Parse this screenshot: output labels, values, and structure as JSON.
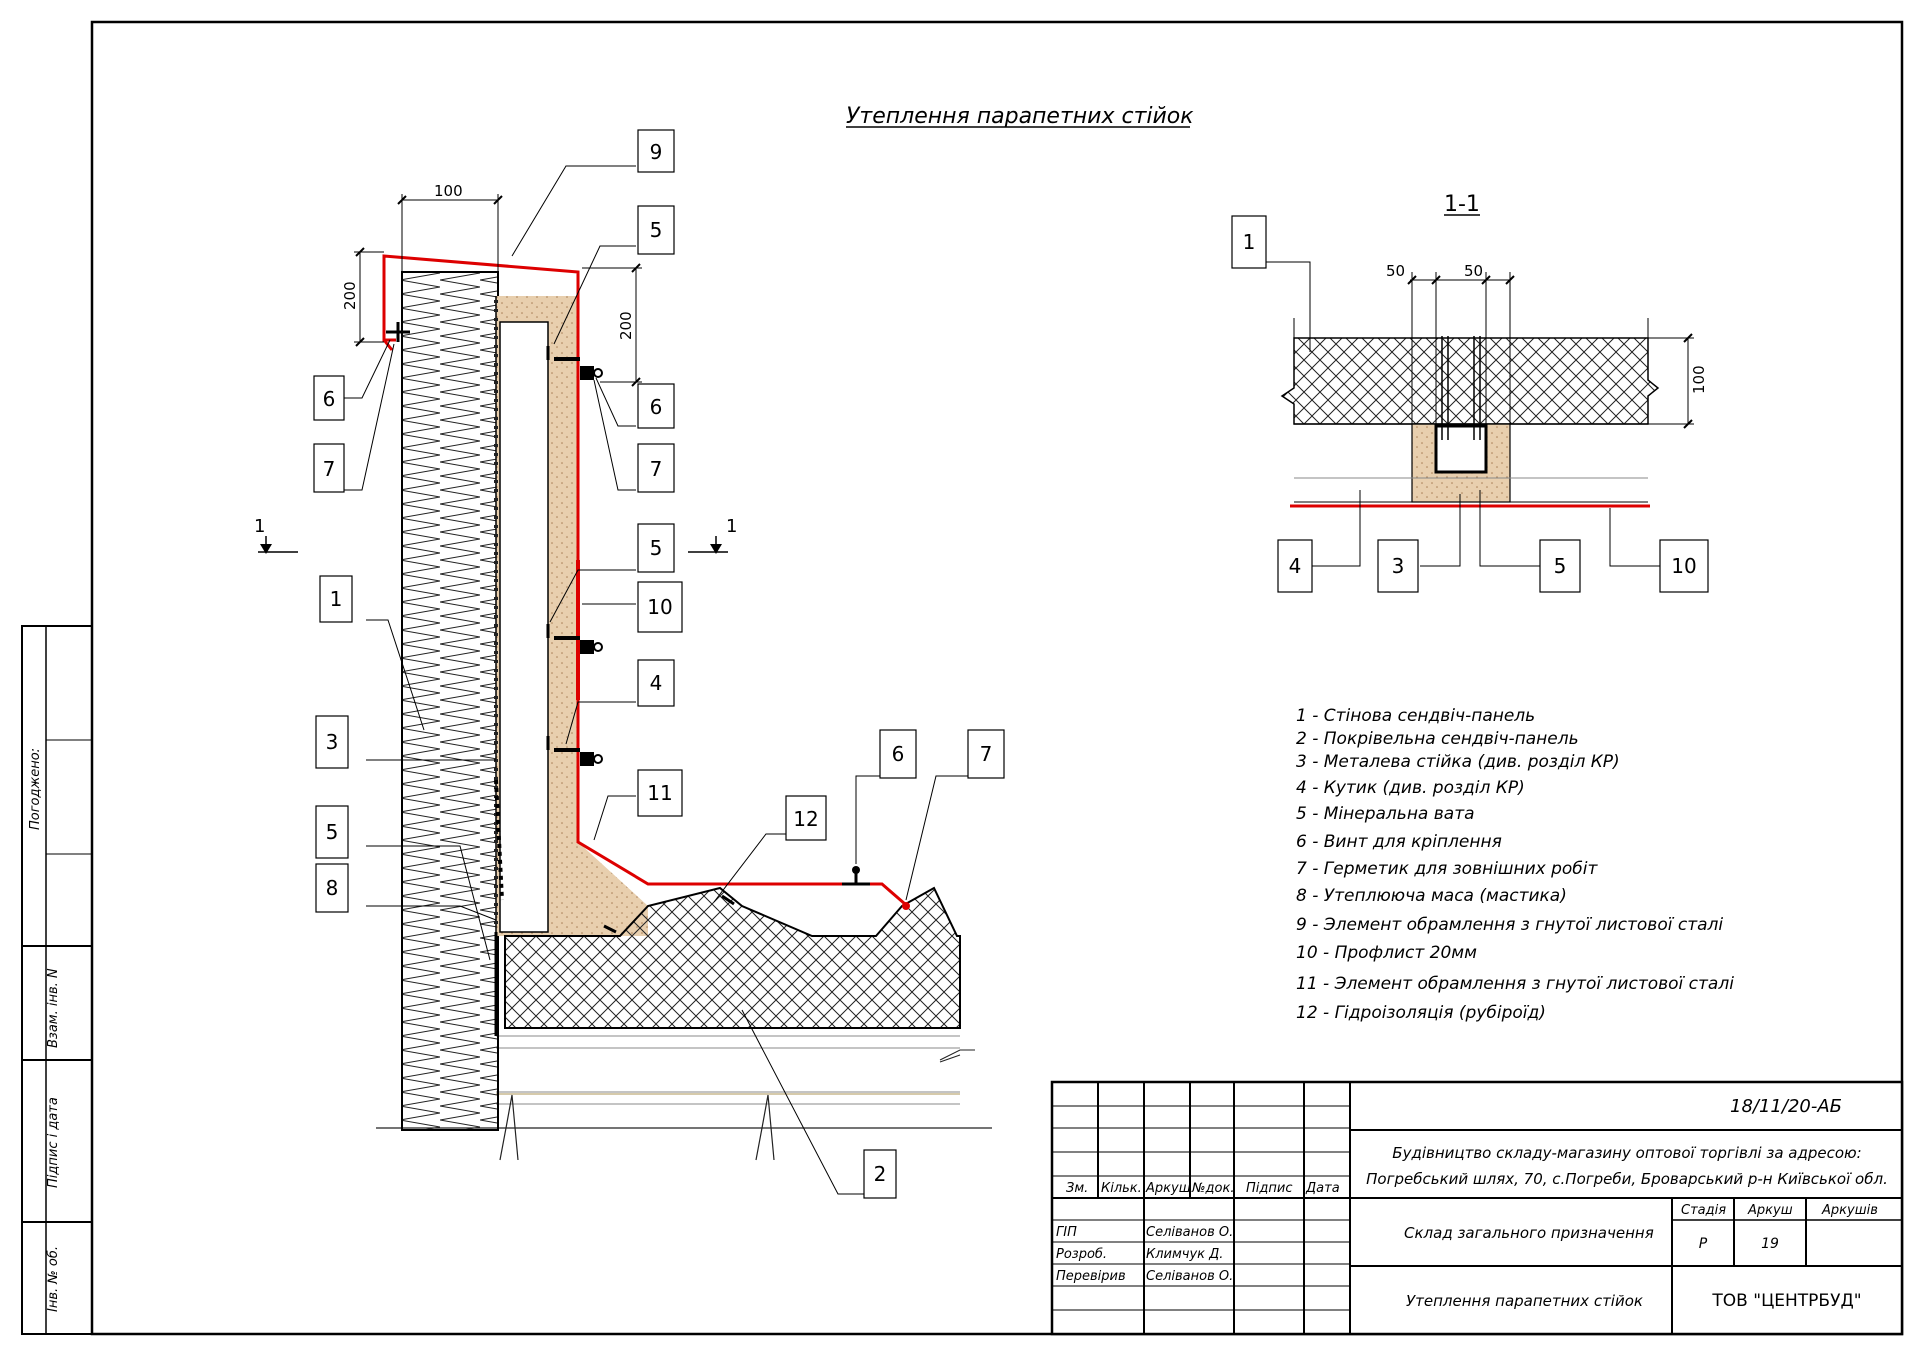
{
  "title": "Утеплення парапетних стійок",
  "section_title": "1-1",
  "section_marker": "1",
  "dims": {
    "d100": "100",
    "d200_left": "200",
    "d200_right": "200",
    "d50_left": "50",
    "d50_right": "50",
    "d100_section": "100"
  },
  "callouts_main": [
    "9",
    "5",
    "6",
    "7",
    "6",
    "7",
    "5",
    "10",
    "1",
    "4",
    "3",
    "11",
    "5",
    "12",
    "6",
    "7",
    "8",
    "2"
  ],
  "callouts_section": [
    "1",
    "4",
    "3",
    "5",
    "10"
  ],
  "legend": [
    "1 - Стінова сендвіч-панель",
    "2 - Покрівельна сендвіч-панель",
    "3 - Металева стійка (див. розділ КР)",
    "4 - Кутик (див. розділ КР)",
    "5 - Мінеральна вата",
    "6 - Винт для кріплення",
    "7 - Герметик для зовнішних робіт",
    "8 - Утеплююча маса (мастика)",
    "9 - Элемент обрамлення  з гнутої листової сталі",
    "10 - Профлист 20мм",
    "11 - Элемент обрамлення  з гнутої листової сталі",
    "12 - Гідроізоляція (рубіроїд)"
  ],
  "side_stamp": {
    "agreed": "Погоджено:",
    "inv_replace": "Взам. інв. N",
    "sign_date": "Підпис і дата",
    "inv_orig": "Інв. № об."
  },
  "title_block": {
    "code": "18/11/20-АБ",
    "project_line1": "Будівництво складу-магазину оптової торгівлі за адресою:",
    "project_line2": "Погребський шлях, 70, с.Погреби, Броварський р-н Київської обл.",
    "col_headers": [
      "Зм.",
      "Кільк.",
      "Аркуш",
      "№док.",
      "Підпис",
      "Дата"
    ],
    "roles": [
      "ГІП",
      "Розроб.",
      "Перевірив"
    ],
    "names": [
      "Селіванов О.",
      "Климчук Д.",
      "Селіванов О."
    ],
    "section_name": "Склад загального призначення",
    "sheet_name": "Утеплення парапетних стійок",
    "stage_label": "Стадія",
    "sheet_label": "Аркуш",
    "sheets_label": "Аркушів",
    "stage": "Р",
    "sheet": "19",
    "sheets": "",
    "company": "ТОВ \"ЦЕНТРБУД\""
  }
}
